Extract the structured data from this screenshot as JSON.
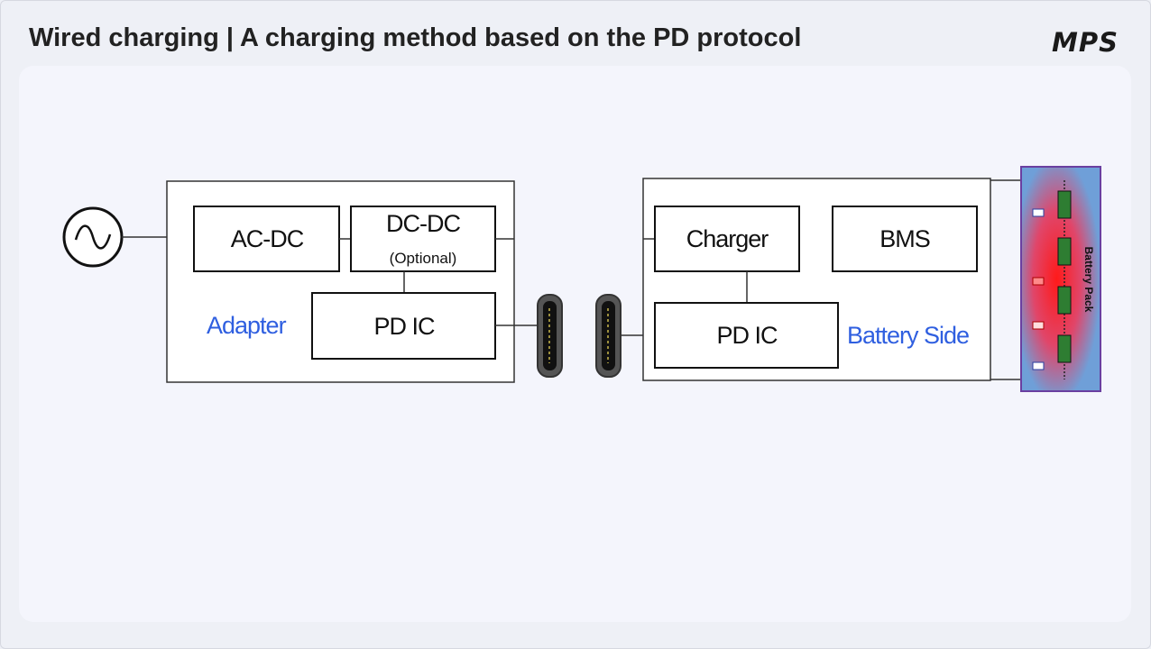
{
  "header": {
    "title": "Wired charging | A charging method based on the PD protocol",
    "logo_text": "MPS"
  },
  "diagram": {
    "adapter": {
      "label": "Adapter",
      "blocks": {
        "acdc": "AC-DC",
        "dcdc": "DC-DC",
        "dcdc_note": "(Optional)",
        "pdic": "PD IC"
      }
    },
    "battery_side": {
      "label": "Battery Side",
      "blocks": {
        "charger": "Charger",
        "bms": "BMS",
        "pdic": "PD IC"
      }
    },
    "battery_pack": {
      "label": "Battery Pack"
    },
    "colors": {
      "accent_label": "#2f5fe0",
      "line": "#333333",
      "pack_border": "#6a3fa0",
      "pack_blue": "#6f9fd8",
      "pack_red": "#ff2a2a",
      "cell_green": "#2e7d32"
    },
    "icons": [
      "ac-source-icon",
      "usb-c-connector-icon",
      "battery-cell-icon",
      "thermistor-icon"
    ]
  }
}
